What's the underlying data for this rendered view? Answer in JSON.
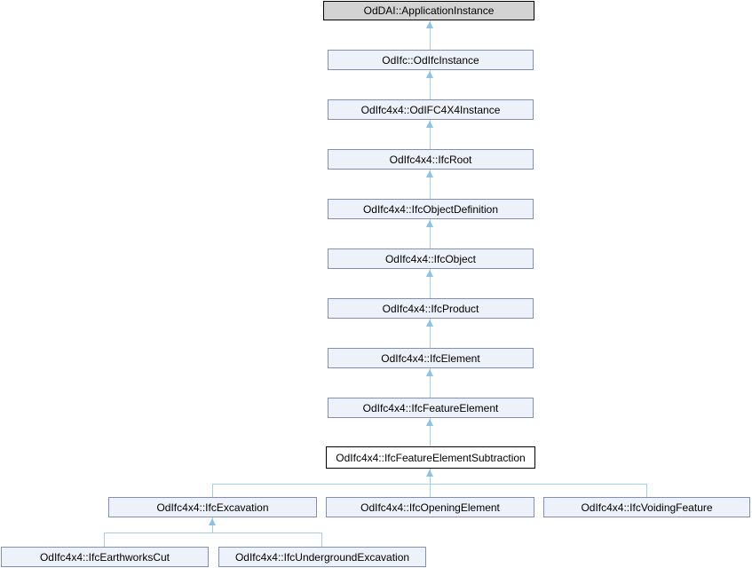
{
  "diagram": {
    "type": "inheritance-graph",
    "nodes": [
      {
        "id": "oddai-application-instance",
        "label": "OdDAI::ApplicationInstance",
        "kind": "external"
      },
      {
        "id": "odifc-odifcinstance",
        "label": "OdIfc::OdIfcInstance",
        "kind": "class"
      },
      {
        "id": "odifc4x4-odifc4x4instance",
        "label": "OdIfc4x4::OdIFC4X4Instance",
        "kind": "class"
      },
      {
        "id": "odifc4x4-ifcroot",
        "label": "OdIfc4x4::IfcRoot",
        "kind": "class"
      },
      {
        "id": "odifc4x4-ifcobjectdefinition",
        "label": "OdIfc4x4::IfcObjectDefinition",
        "kind": "class"
      },
      {
        "id": "odifc4x4-ifcobject",
        "label": "OdIfc4x4::IfcObject",
        "kind": "class"
      },
      {
        "id": "odifc4x4-ifcproduct",
        "label": "OdIfc4x4::IfcProduct",
        "kind": "class"
      },
      {
        "id": "odifc4x4-ifcelement",
        "label": "OdIfc4x4::IfcElement",
        "kind": "class"
      },
      {
        "id": "odifc4x4-ifcfeatureelement",
        "label": "OdIfc4x4::IfcFeatureElement",
        "kind": "class"
      },
      {
        "id": "odifc4x4-ifcfeatureelementsubtraction",
        "label": "OdIfc4x4::IfcFeatureElementSubtraction",
        "kind": "current"
      },
      {
        "id": "odifc4x4-ifcexcavation",
        "label": "OdIfc4x4::IfcExcavation",
        "kind": "class"
      },
      {
        "id": "odifc4x4-ifcopeningelement",
        "label": "OdIfc4x4::IfcOpeningElement",
        "kind": "class"
      },
      {
        "id": "odifc4x4-ifcvoidingfeature",
        "label": "OdIfc4x4::IfcVoidingFeature",
        "kind": "class"
      },
      {
        "id": "odifc4x4-ifcearthworkscut",
        "label": "OdIfc4x4::IfcEarthworksCut",
        "kind": "class"
      },
      {
        "id": "odifc4x4-ifcundergroundexcavation",
        "label": "OdIfc4x4::IfcUndergroundExcavation",
        "kind": "class"
      }
    ],
    "edges": [
      {
        "from": "OdIfc::OdIfcInstance",
        "to": "OdDAI::ApplicationInstance",
        "relation": "inherits"
      },
      {
        "from": "OdIfc4x4::OdIFC4X4Instance",
        "to": "OdIfc::OdIfcInstance",
        "relation": "inherits"
      },
      {
        "from": "OdIfc4x4::IfcRoot",
        "to": "OdIfc4x4::OdIFC4X4Instance",
        "relation": "inherits"
      },
      {
        "from": "OdIfc4x4::IfcObjectDefinition",
        "to": "OdIfc4x4::IfcRoot",
        "relation": "inherits"
      },
      {
        "from": "OdIfc4x4::IfcObject",
        "to": "OdIfc4x4::IfcObjectDefinition",
        "relation": "inherits"
      },
      {
        "from": "OdIfc4x4::IfcProduct",
        "to": "OdIfc4x4::IfcObject",
        "relation": "inherits"
      },
      {
        "from": "OdIfc4x4::IfcElement",
        "to": "OdIfc4x4::IfcProduct",
        "relation": "inherits"
      },
      {
        "from": "OdIfc4x4::IfcFeatureElement",
        "to": "OdIfc4x4::IfcElement",
        "relation": "inherits"
      },
      {
        "from": "OdIfc4x4::IfcFeatureElementSubtraction",
        "to": "OdIfc4x4::IfcFeatureElement",
        "relation": "inherits"
      },
      {
        "from": "OdIfc4x4::IfcExcavation",
        "to": "OdIfc4x4::IfcFeatureElementSubtraction",
        "relation": "inherits"
      },
      {
        "from": "OdIfc4x4::IfcOpeningElement",
        "to": "OdIfc4x4::IfcFeatureElementSubtraction",
        "relation": "inherits"
      },
      {
        "from": "OdIfc4x4::IfcVoidingFeature",
        "to": "OdIfc4x4::IfcFeatureElementSubtraction",
        "relation": "inherits"
      },
      {
        "from": "OdIfc4x4::IfcEarthworksCut",
        "to": "OdIfc4x4::IfcExcavation",
        "relation": "inherits"
      },
      {
        "from": "OdIfc4x4::IfcUndergroundExcavation",
        "to": "OdIfc4x4::IfcExcavation",
        "relation": "inherits"
      }
    ]
  },
  "colors": {
    "node_fill": "#EDF1F9",
    "node_border": "#8191B5",
    "external_fill": "#D3D3D3",
    "current_fill": "#FFFFFF",
    "edge_color": "#A4CEE8",
    "arrow_color": "#8FC2E2",
    "text_color": "#000000"
  }
}
